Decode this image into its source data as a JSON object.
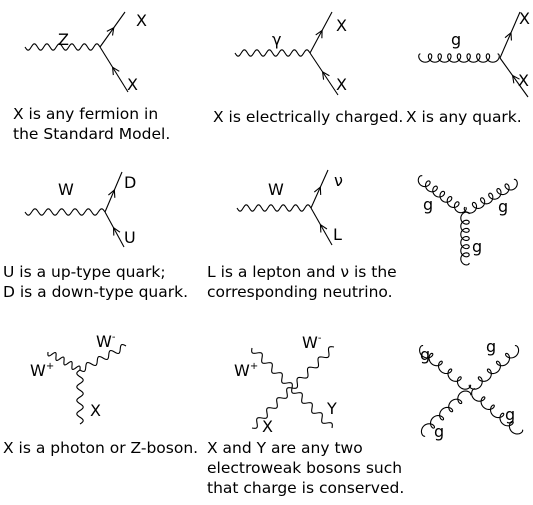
{
  "vertices": [
    {
      "id": "z-ff",
      "labels": {
        "boson": "Z",
        "out": "X",
        "in": "X"
      },
      "caption": [
        "X is any fermion in",
        "the Standard Model."
      ]
    },
    {
      "id": "gamma-ff",
      "labels": {
        "boson": "γ",
        "out": "X",
        "in": "X"
      },
      "caption": [
        "X is electrically charged."
      ]
    },
    {
      "id": "g-qq",
      "labels": {
        "boson": "g",
        "out": "X",
        "in": "X"
      },
      "caption": [
        "X is any quark."
      ]
    },
    {
      "id": "w-ud",
      "labels": {
        "boson": "W",
        "out": "D",
        "in": "U"
      },
      "caption": [
        "U is a up-type quark;",
        "D is a down-type quark."
      ]
    },
    {
      "id": "w-lv",
      "labels": {
        "boson": "W",
        "out": "ν",
        "in": "L"
      },
      "caption": [
        "L is a lepton and ν is the",
        "corresponding neutrino."
      ]
    },
    {
      "id": "ggg",
      "labels": {
        "g1": "g",
        "g2": "g",
        "g3": "g"
      },
      "caption": []
    },
    {
      "id": "wwx",
      "labels": {
        "wplus": "W",
        "wplus_sup": "+",
        "wminus": "W",
        "wminus_sup": "-",
        "x": "X"
      },
      "caption": [
        "X is a photon or Z-boson."
      ]
    },
    {
      "id": "wwxy",
      "labels": {
        "wplus": "W",
        "wplus_sup": "+",
        "wminus": "W",
        "wminus_sup": "-",
        "x": "X",
        "y": "Y"
      },
      "caption": [
        "X and Y are any two",
        "electroweak bosons such",
        "that charge is conserved."
      ]
    },
    {
      "id": "gggg",
      "labels": {
        "g1": "g",
        "g2": "g",
        "g3": "g",
        "g4": "g"
      },
      "caption": []
    }
  ]
}
